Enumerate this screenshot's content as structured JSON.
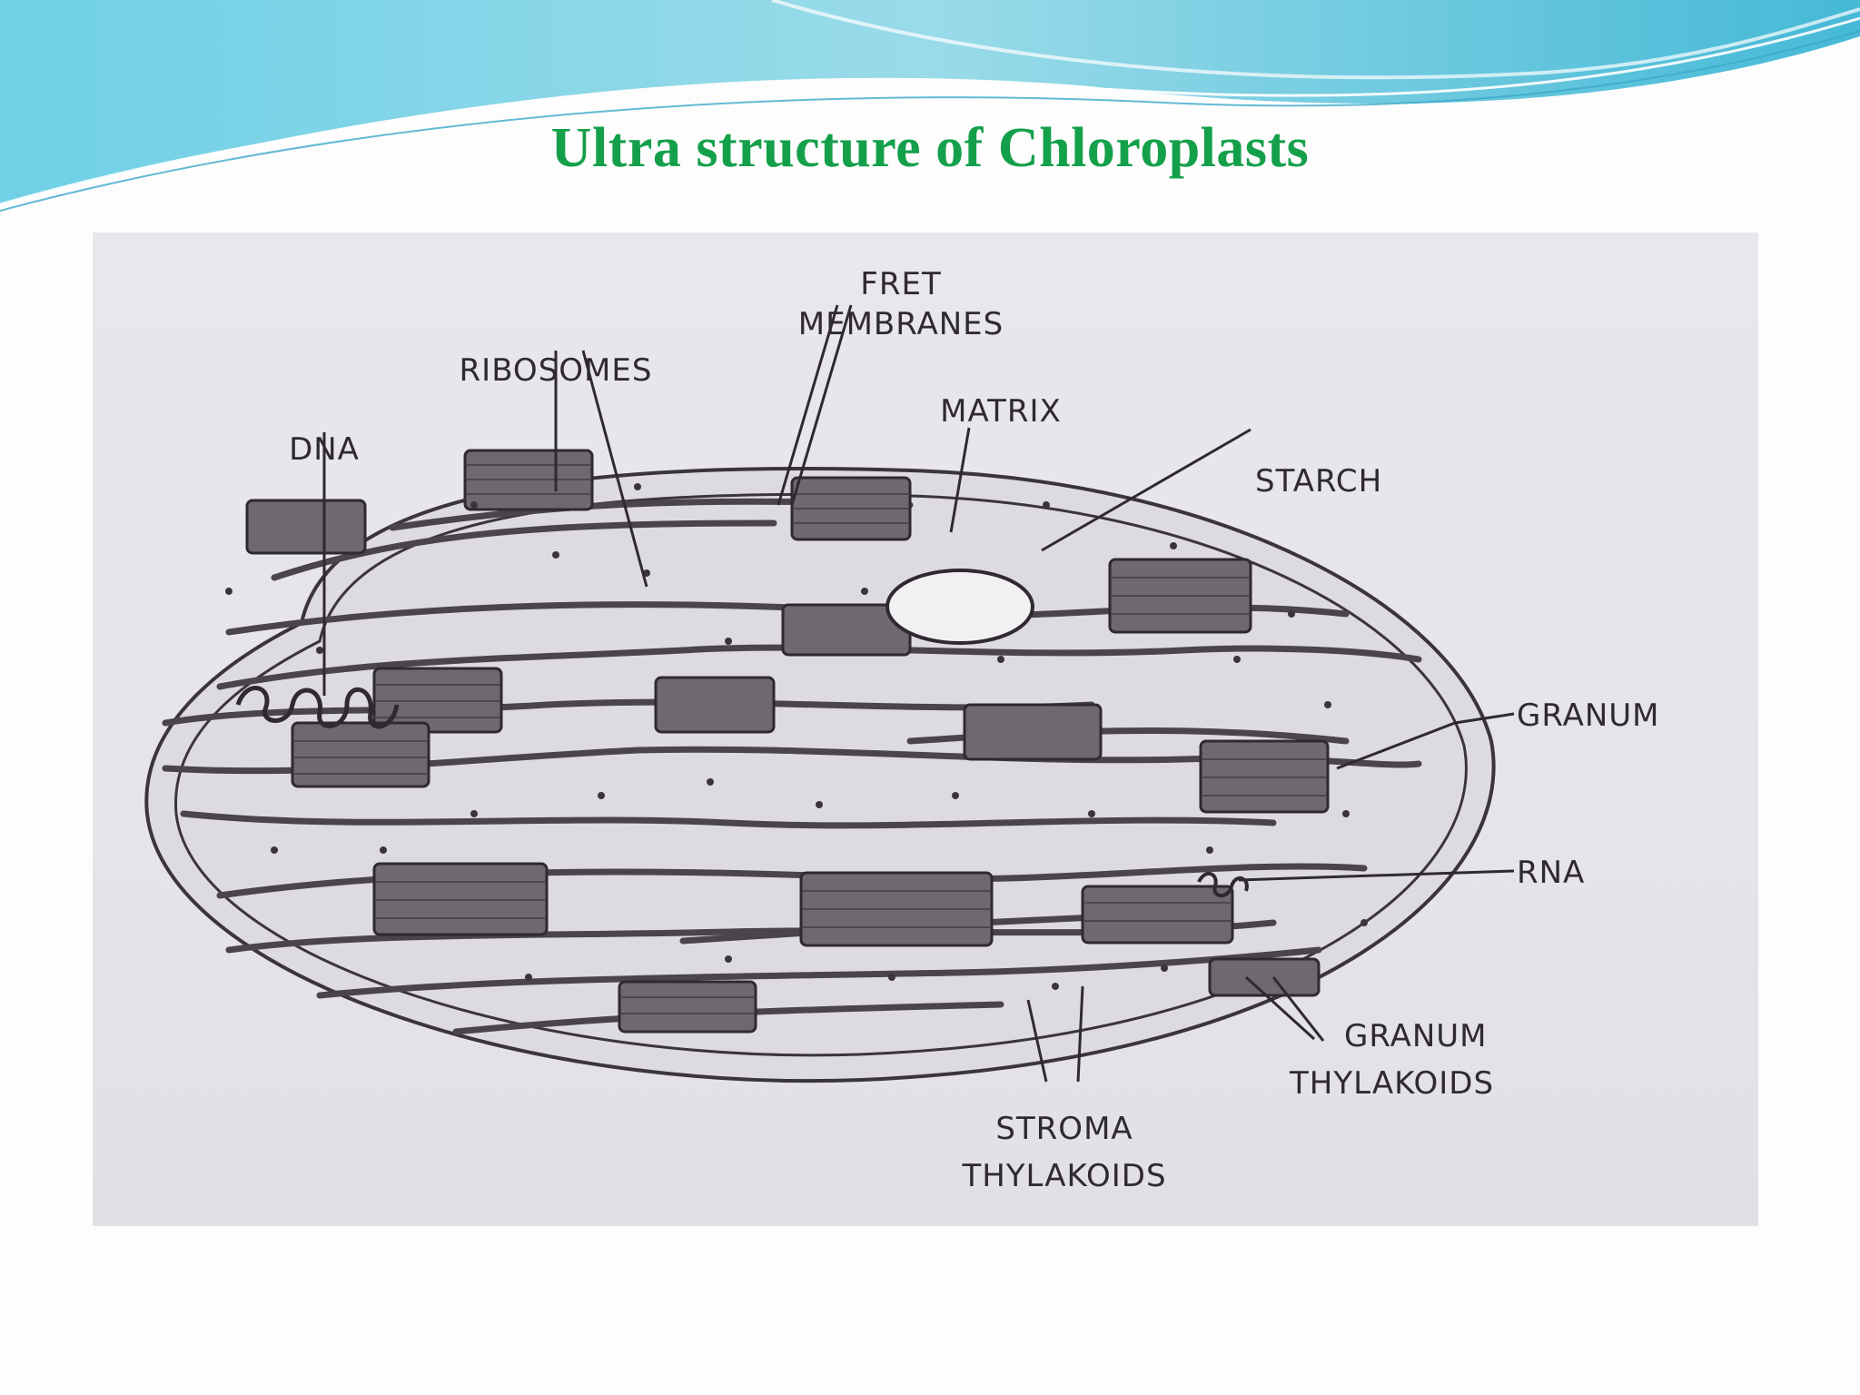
{
  "slide": {
    "title": "Ultra structure of Chloroplasts"
  },
  "colors": {
    "title": "#14a04a",
    "header_wave": "#4fc3dc",
    "diagram_ink": "#2e2a30",
    "photo_background": "#e7e5ea"
  },
  "diagram": {
    "labels": {
      "fret_membranes_line1": "FRET",
      "fret_membranes_line2": "MEMBRANES",
      "ribosomes": "RIBOSOMES",
      "matrix": "MATRIX",
      "dna": "DNA",
      "starch": "STARCH",
      "granum": "GRANUM",
      "rna": "RNA",
      "granum_thylakoids_line1": "GRANUM",
      "granum_thylakoids_line2": "THYLAKOIDS",
      "stroma_thylakoids_line1": "STROMA",
      "stroma_thylakoids_line2": "THYLAKOIDS"
    }
  }
}
